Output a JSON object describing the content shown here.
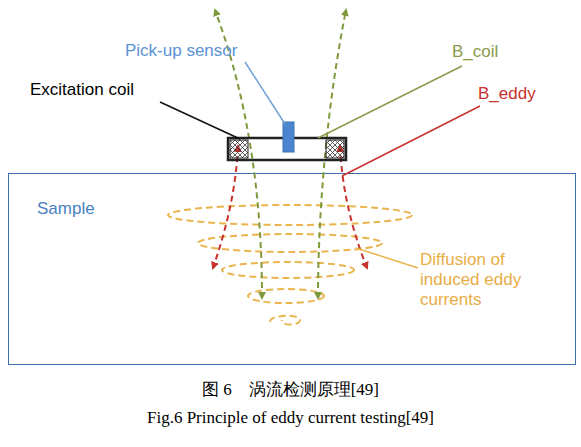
{
  "diagram": {
    "caption": "图 6　涡流检测原理[49]",
    "nodes": [
      {
        "text": [
          "Sample"
        ]
      }
    ],
    "labels": [
      "Pick-up sensor",
      "B_coil",
      "Excitation coil",
      "B_eddy",
      "Diffusion of induced eddy currents",
      "Fig.6 Principle of eddy current testing[49]"
    ]
  }
}
